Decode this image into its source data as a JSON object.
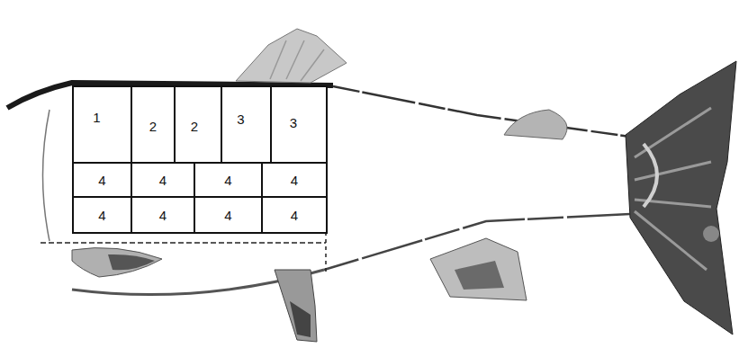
{
  "diagram": {
    "nodes": [
      {
        "text": [
          "1"
        ]
      },
      {
        "text": [
          "2"
        ]
      },
      {
        "text": [
          "2"
        ]
      },
      {
        "text": [
          "3"
        ]
      },
      {
        "text": [
          "3"
        ]
      },
      {
        "text": [
          "4"
        ]
      },
      {
        "text": [
          "4"
        ]
      },
      {
        "text": [
          "4"
        ]
      },
      {
        "text": [
          "4"
        ]
      },
      {
        "text": [
          "4"
        ]
      },
      {
        "text": [
          "4"
        ]
      },
      {
        "text": [
          "4"
        ]
      },
      {
        "text": [
          "4"
        ]
      }
    ]
  }
}
